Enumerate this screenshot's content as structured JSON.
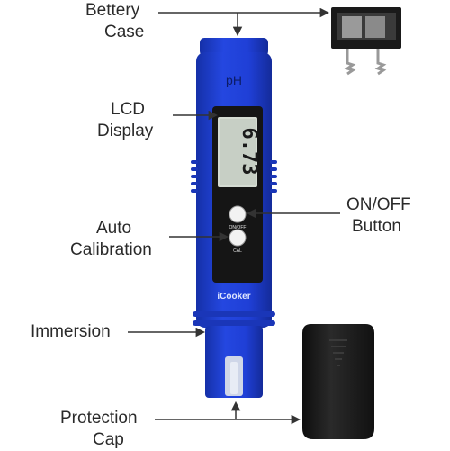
{
  "labels": {
    "battery_case": [
      "Bettery",
      "Case"
    ],
    "lcd_display": [
      "LCD",
      "Display"
    ],
    "auto_calibration": [
      "Auto",
      "Calibration"
    ],
    "on_off_button": [
      "ON/OFF",
      "Button"
    ],
    "immersion": "Immersion",
    "protection_cap": [
      "Protection",
      "Cap"
    ]
  },
  "device": {
    "ph_text": "pH",
    "lcd_reading": "6.73",
    "on_off_text": "ON/OFF",
    "cal_text": "CAL",
    "brand": "iCooker"
  },
  "colors": {
    "body_blue": "#1f3fd6",
    "body_blue_dark": "#1530a8",
    "panel_black": "#151515",
    "lcd_bg": "#d4dbd2",
    "cap_black": "#1b1b1b",
    "arrow": "#333333"
  }
}
